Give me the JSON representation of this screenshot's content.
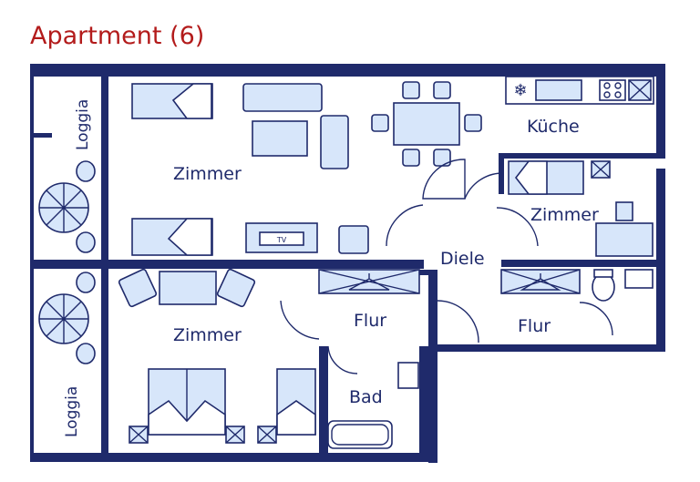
{
  "title": "Apartment (6)",
  "colors": {
    "wall": "#1f2a6b",
    "furniture": "#d7e6fa",
    "title": "#b31b1b"
  },
  "rooms": {
    "loggia_top": "Loggia",
    "loggia_bottom": "Loggia",
    "zimmer_top_left": "Zimmer",
    "zimmer_bottom_left": "Zimmer",
    "zimmer_right": "Zimmer",
    "kueche": "Küche",
    "diele": "Diele",
    "flur_left": "Flur",
    "flur_right": "Flur",
    "bad": "Bad"
  },
  "furniture": {
    "tv": "TV"
  },
  "icons": [
    "snowflake-icon",
    "hanger-icon",
    "wardrobe-icon",
    "parasol-icon",
    "stove-icon",
    "sink-icon",
    "toilet-icon",
    "bathtub-icon"
  ]
}
